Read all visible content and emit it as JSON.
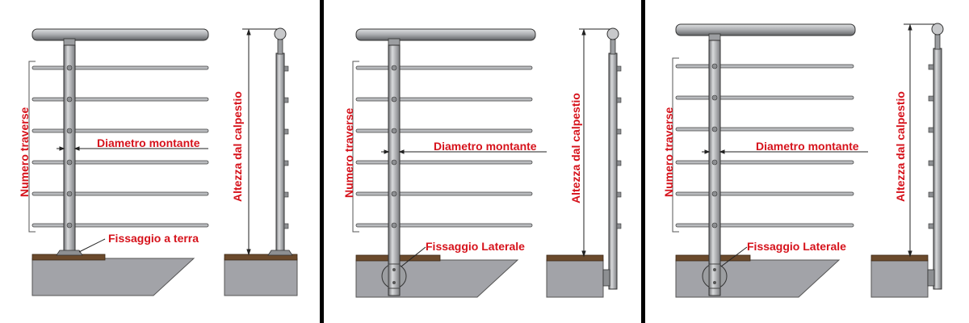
{
  "panels": [
    {
      "numero_traverse": "Numero traverse",
      "diametro_montante": "Diametro montante",
      "altezza_calpestio": "Altezza dal calpestio",
      "fissaggio": "Fissaggio a terra"
    },
    {
      "numero_traverse": "Numero traverse",
      "diametro_montante": "Diametro montante",
      "altezza_calpestio": "Altezza dal calpestio",
      "fissaggio": "Fissaggio Laterale"
    },
    {
      "numero_traverse": "Numero traverse",
      "diametro_montante": "Diametro montante",
      "altezza_calpestio": "Altezza dal calpestio",
      "fissaggio": "Fissaggio Laterale"
    }
  ],
  "colors": {
    "label_red": "#d6121b",
    "steel": "#a9abae",
    "concrete": "#a2a3a8",
    "wood": "#6b4a2c",
    "divider": "#000000"
  }
}
